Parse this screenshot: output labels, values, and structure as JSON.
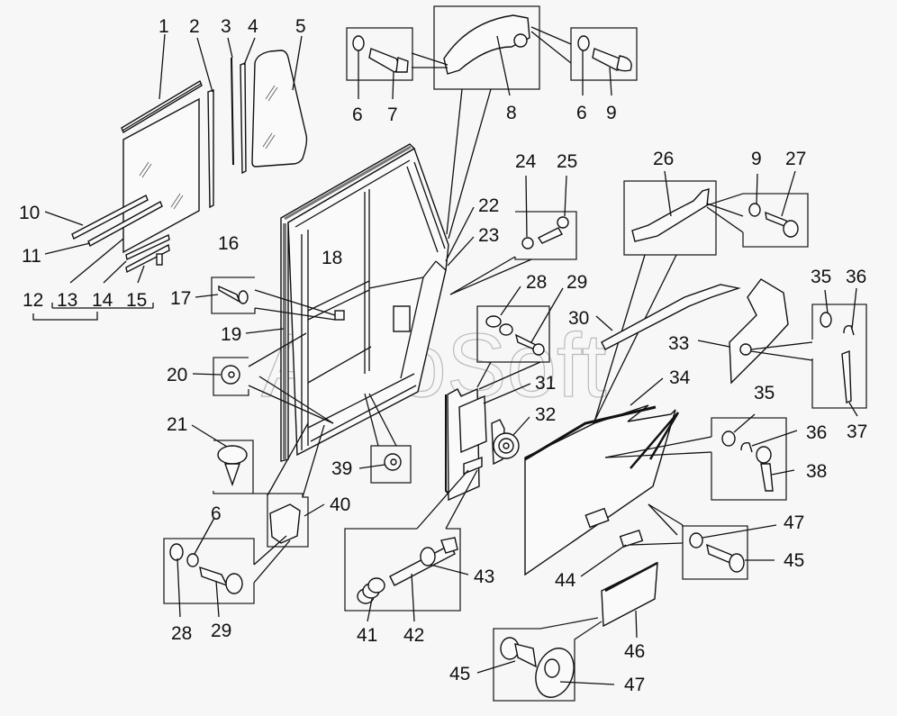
{
  "diagram": {
    "title": "Cab door assembly — exploded parts view",
    "watermark": "AutoSoft",
    "labels": {
      "l1": "1",
      "l2": "2",
      "l3": "3",
      "l4": "4",
      "l5": "5",
      "l6a": "6",
      "l7": "7",
      "l8": "8",
      "l6b": "6",
      "l9a": "9",
      "l10": "10",
      "l11": "11",
      "l12": "12",
      "l13": "13",
      "l14": "14",
      "l15": "15",
      "l16": "16",
      "l17": "17",
      "l18": "18",
      "l19": "19",
      "l20": "20",
      "l21": "21",
      "l22": "22",
      "l23": "23",
      "l24": "24",
      "l25": "25",
      "l26": "26",
      "l9b": "9",
      "l27": "27",
      "l28a": "28",
      "l29a": "29",
      "l30": "30",
      "l31": "31",
      "l32": "32",
      "l33": "33",
      "l34": "34",
      "l35a": "35",
      "l36a": "36",
      "l37": "37",
      "l35b": "35",
      "l36b": "36",
      "l38": "38",
      "l39": "39",
      "l40": "40",
      "l6c": "6",
      "l28b": "28",
      "l29b": "29",
      "l41": "41",
      "l42": "42",
      "l43": "43",
      "l44": "44",
      "l47a": "47",
      "l45a": "45",
      "l46": "46",
      "l45b": "45",
      "l47b": "47"
    }
  }
}
